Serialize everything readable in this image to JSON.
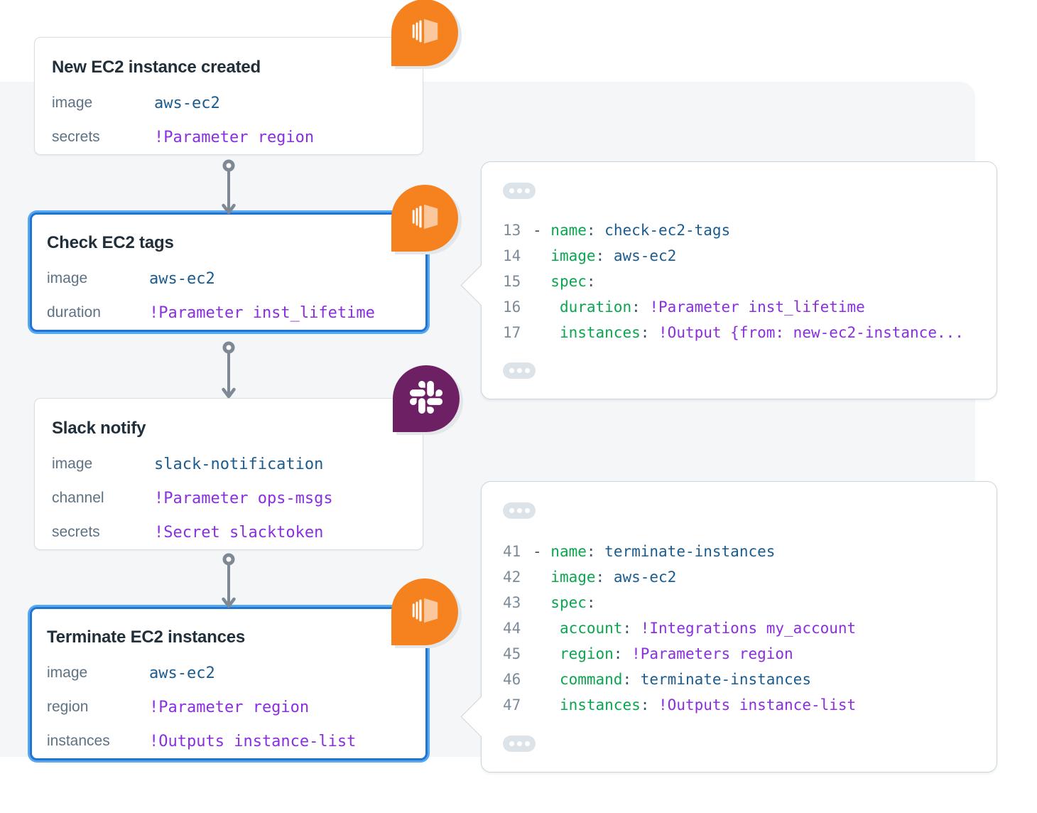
{
  "palette": {
    "page_background": "#ffffff",
    "canvas_background": "#f4f6f8",
    "highlight_border_blue": "#1f74d4",
    "highlight_glow_blue": "#58a8ef",
    "aws_badge_orange": "#f5821f",
    "aws_cube_peach": "#fbc79d",
    "slack_badge_purple": "#6e2064",
    "value_blue": "#1a5c90",
    "value_purple": "#8a2ee0",
    "yaml_key_green": "#0aa64f",
    "label_gray": "#5d7284",
    "connector_gray": "#7e8995"
  },
  "workflow": {
    "cards": [
      {
        "title": "New EC2 instance created",
        "badge": "aws-ec2",
        "highlighted": false,
        "rows": [
          {
            "label": "image",
            "value": "aws-ec2",
            "style": "blue"
          },
          {
            "label": "secrets",
            "value": "!Parameter region",
            "style": "purple"
          }
        ]
      },
      {
        "title": "Check EC2 tags",
        "badge": "aws-ec2",
        "highlighted": true,
        "rows": [
          {
            "label": "image",
            "value": "aws-ec2",
            "style": "blue"
          },
          {
            "label": "duration",
            "value": "!Parameter inst_lifetime",
            "style": "purple"
          }
        ]
      },
      {
        "title": "Slack notify",
        "badge": "slack",
        "highlighted": false,
        "rows": [
          {
            "label": "image",
            "value": "slack-notification",
            "style": "blue"
          },
          {
            "label": "channel",
            "value": "!Parameter ops-msgs",
            "style": "purple"
          },
          {
            "label": "secrets",
            "value": "!Secret slacktoken",
            "style": "purple"
          }
        ]
      },
      {
        "title": "Terminate EC2 instances",
        "badge": "aws-ec2",
        "highlighted": true,
        "rows": [
          {
            "label": "image",
            "value": "aws-ec2",
            "style": "blue"
          },
          {
            "label": "region",
            "value": "!Parameter region",
            "style": "purple"
          },
          {
            "label": "instances",
            "value": "!Outputs instance-list",
            "style": "purple"
          }
        ]
      }
    ]
  },
  "code_panels": [
    {
      "hidden_lines_dots": 3,
      "lines": [
        {
          "num": "13",
          "tokens": [
            [
              "- ",
              "plain"
            ],
            [
              "name",
              "key"
            ],
            [
              ": ",
              "plain"
            ],
            [
              "check-ec2-tags",
              "str"
            ]
          ]
        },
        {
          "num": "14",
          "tokens": [
            [
              "  ",
              "plain"
            ],
            [
              "image",
              "key"
            ],
            [
              ": ",
              "plain"
            ],
            [
              "aws-ec2",
              "str"
            ]
          ]
        },
        {
          "num": "15",
          "tokens": [
            [
              "  ",
              "plain"
            ],
            [
              "spec",
              "key"
            ],
            [
              ":",
              "plain"
            ]
          ]
        },
        {
          "num": "16",
          "tokens": [
            [
              "   ",
              "plain"
            ],
            [
              "duration",
              "key"
            ],
            [
              ": ",
              "plain"
            ],
            [
              "!Parameter inst_lifetime",
              "tag"
            ]
          ]
        },
        {
          "num": "17",
          "tokens": [
            [
              "   ",
              "plain"
            ],
            [
              "instances",
              "key"
            ],
            [
              ": ",
              "plain"
            ],
            [
              "!Output {from: new-ec2-instance...",
              "tag"
            ]
          ]
        }
      ]
    },
    {
      "hidden_lines_dots": 3,
      "lines": [
        {
          "num": "41",
          "tokens": [
            [
              "- ",
              "plain"
            ],
            [
              "name",
              "key"
            ],
            [
              ": ",
              "plain"
            ],
            [
              "terminate-instances",
              "str"
            ]
          ]
        },
        {
          "num": "42",
          "tokens": [
            [
              "  ",
              "plain"
            ],
            [
              "image",
              "key"
            ],
            [
              ": ",
              "plain"
            ],
            [
              "aws-ec2",
              "str"
            ]
          ]
        },
        {
          "num": "43",
          "tokens": [
            [
              "  ",
              "plain"
            ],
            [
              "spec",
              "key"
            ],
            [
              ":",
              "plain"
            ]
          ]
        },
        {
          "num": "44",
          "tokens": [
            [
              "   ",
              "plain"
            ],
            [
              "account",
              "key"
            ],
            [
              ": ",
              "plain"
            ],
            [
              "!Integrations my_account",
              "tag"
            ]
          ]
        },
        {
          "num": "45",
          "tokens": [
            [
              "   ",
              "plain"
            ],
            [
              "region",
              "key"
            ],
            [
              ": ",
              "plain"
            ],
            [
              "!Parameters region",
              "tag"
            ]
          ]
        },
        {
          "num": "46",
          "tokens": [
            [
              "   ",
              "plain"
            ],
            [
              "command",
              "key"
            ],
            [
              ": ",
              "plain"
            ],
            [
              "terminate-instances",
              "str"
            ]
          ]
        },
        {
          "num": "47",
          "tokens": [
            [
              "   ",
              "plain"
            ],
            [
              "instances",
              "key"
            ],
            [
              ": ",
              "plain"
            ],
            [
              "!Outputs instance-list",
              "tag"
            ]
          ]
        }
      ]
    }
  ]
}
